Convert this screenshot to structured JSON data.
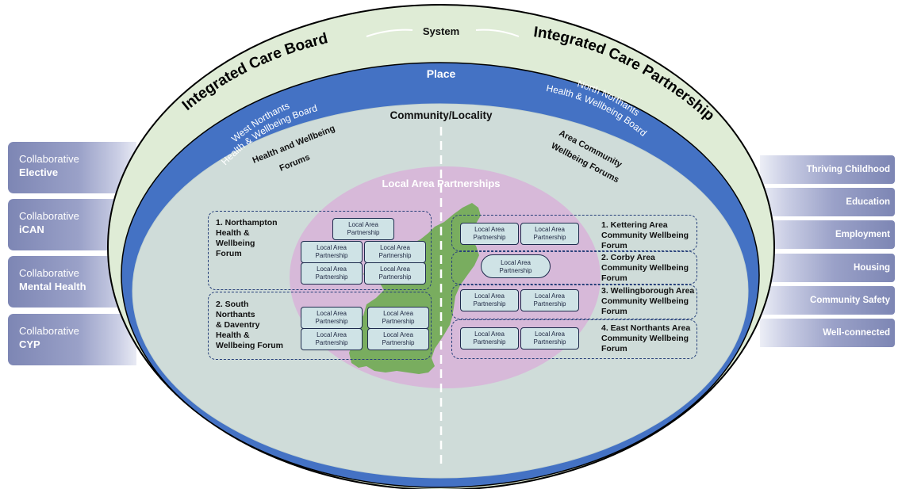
{
  "system": {
    "title": "System",
    "integrated_care_board": "Integrated Care Board",
    "integrated_care_partnership": "Integrated Care Partnership"
  },
  "place": {
    "title": "Place",
    "west_board": [
      "West Northants",
      "Health & Wellbeing Board"
    ],
    "north_board": [
      "North Northants",
      "Health & Wellbeing Board"
    ]
  },
  "community": {
    "title": "Community/Locality",
    "west_label": [
      "Health and Wellbeing",
      "Forums"
    ],
    "north_label": [
      "Area Community",
      "Wellbeing Forums"
    ]
  },
  "local_area_partnerships": {
    "title": "Local Area Partnerships",
    "box_label": [
      "Local Area",
      "Partnership"
    ]
  },
  "west_forums": [
    {
      "lines": [
        "1. Northampton",
        "Health &",
        "Wellbeing",
        "Forum"
      ],
      "partnership_count": 5
    },
    {
      "lines": [
        "2. South",
        "Northants",
        "& Daventry",
        "Health &",
        "Wellbeing Forum"
      ],
      "partnership_count": 4
    }
  ],
  "north_forums": [
    {
      "lines": [
        "1. Kettering Area",
        "Community Wellbeing",
        "Forum"
      ],
      "partnership_count": 2
    },
    {
      "lines": [
        "2. Corby Area",
        "Community Wellbeing",
        "Forum"
      ],
      "partnership_count": 1
    },
    {
      "lines": [
        "3. Wellingborough Area",
        "Community Wellbeing",
        "Forum"
      ],
      "partnership_count": 2
    },
    {
      "lines": [
        "4. East Northants Area",
        "Community Wellbeing",
        "Forum"
      ],
      "partnership_count": 2
    }
  ],
  "left_collaboratives": [
    {
      "prefix": "Collaborative",
      "name": "Elective"
    },
    {
      "prefix": "Collaborative",
      "name": "iCAN"
    },
    {
      "prefix": "Collaborative",
      "name": "Mental Health"
    },
    {
      "prefix": "Collaborative",
      "name": "CYP"
    }
  ],
  "right_themes": [
    "Thriving Childhood",
    "Education",
    "Employment",
    "Housing",
    "Community Safety",
    "Well-connected"
  ],
  "colors": {
    "outer_ring": "#dfecd6",
    "place_ring": "#4472c4",
    "community_fill": "#cfdcd9",
    "lap_fill": "#d7b9d9",
    "map_fill": "#79ad5f",
    "lap_box_fill": "#cfe3e6"
  }
}
